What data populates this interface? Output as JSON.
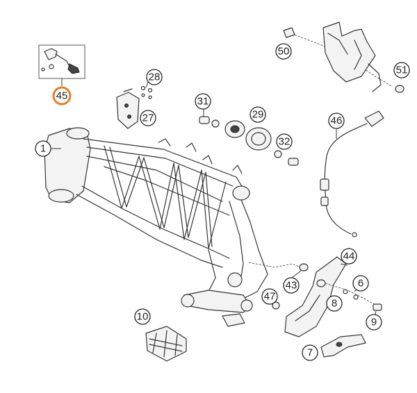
{
  "diagram": {
    "highlight_color": "#e67e22",
    "callouts": [
      {
        "id": "c1",
        "label": "1"
      },
      {
        "id": "c6",
        "label": "6"
      },
      {
        "id": "c7",
        "label": "7"
      },
      {
        "id": "c8",
        "label": "8"
      },
      {
        "id": "c9",
        "label": "9"
      },
      {
        "id": "c10",
        "label": "10"
      },
      {
        "id": "c27",
        "label": "27"
      },
      {
        "id": "c28",
        "label": "28"
      },
      {
        "id": "c29",
        "label": "29"
      },
      {
        "id": "c31",
        "label": "31"
      },
      {
        "id": "c32",
        "label": "32"
      },
      {
        "id": "c43",
        "label": "43"
      },
      {
        "id": "c44",
        "label": "44"
      },
      {
        "id": "c45",
        "label": "45"
      },
      {
        "id": "c46",
        "label": "46"
      },
      {
        "id": "c47",
        "label": "47"
      },
      {
        "id": "c50",
        "label": "50"
      },
      {
        "id": "c51",
        "label": "51"
      }
    ]
  }
}
